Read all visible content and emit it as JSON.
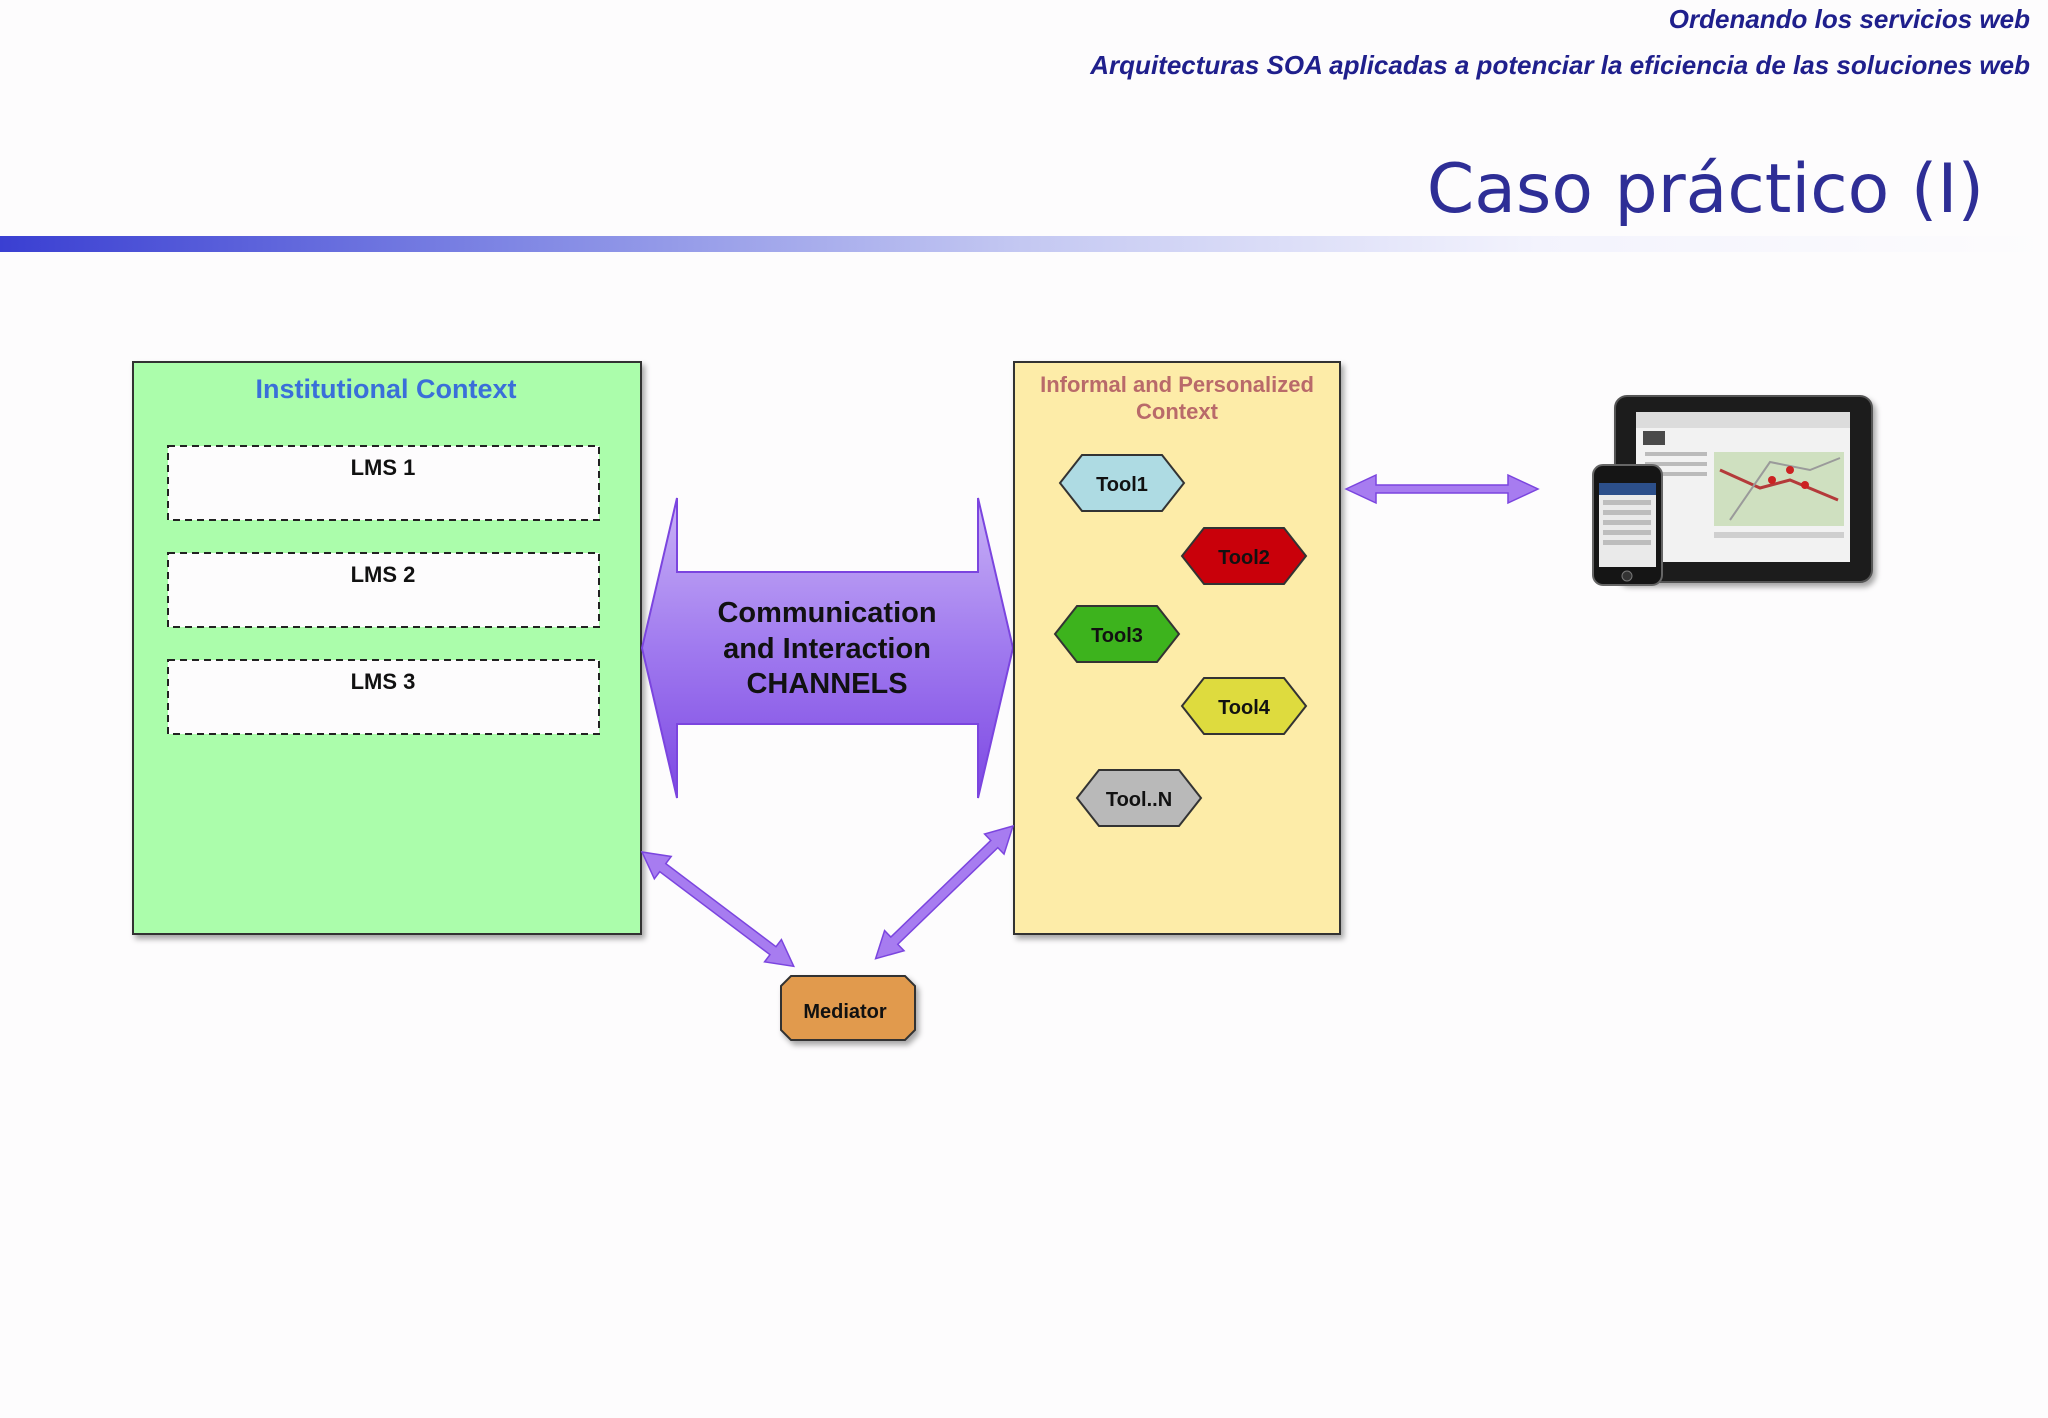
{
  "header": {
    "line1": "Ordenando los servicios web",
    "line2": "Arquitecturas SOA aplicadas a potenciar la eficiencia de las soluciones web"
  },
  "slide_title": "Caso práctico (I)",
  "diagram": {
    "institutional": {
      "title": "Institutional Context",
      "lms": [
        "LMS 1",
        "LMS 2",
        "LMS 3"
      ]
    },
    "channels": {
      "lines": [
        "Communication",
        "and Interaction",
        "CHANNELS"
      ]
    },
    "informal": {
      "title_lines": [
        "Informal and Personalized",
        "Context"
      ],
      "tools": [
        {
          "label": "Tool1",
          "color": "#aedbe3"
        },
        {
          "label": "Tool2",
          "color": "#c9000a"
        },
        {
          "label": "Tool3",
          "color": "#3db31d"
        },
        {
          "label": "Tool4",
          "color": "#dedb3e"
        },
        {
          "label": "Tool..N",
          "color": "#b9b9b9"
        }
      ]
    },
    "mediator": "Mediator",
    "colors": {
      "institutional_fill": "#abfdab",
      "informal_fill": "#fdeca8",
      "arrow_purple": "#9b6be6",
      "mediator_fill": "#e19a4e",
      "title_blue": "#3a6fd9",
      "informal_title": "#b96a6a"
    },
    "devices_icon": "tablet-and-phone-icon"
  }
}
